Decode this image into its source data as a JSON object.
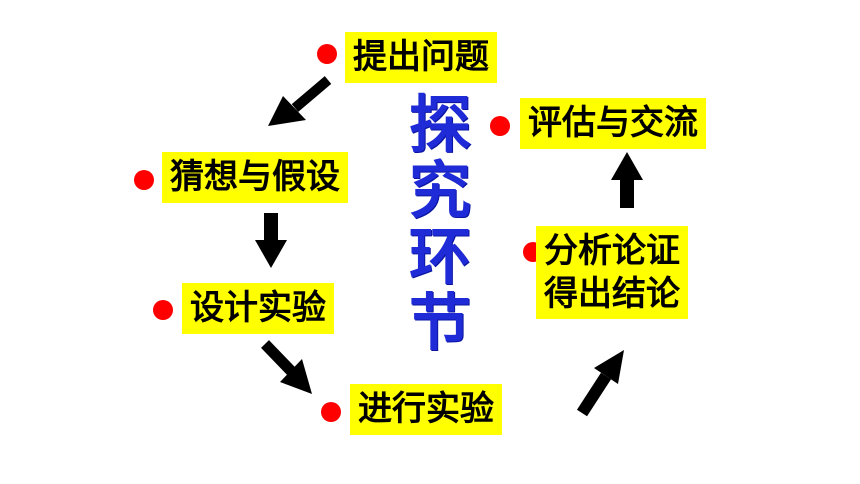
{
  "title_chars": [
    "探",
    "究",
    "环",
    "节"
  ],
  "steps": {
    "s1": "提出问题",
    "s2": "猜想与假设",
    "s3": "设计实验",
    "s4": "进行实验",
    "s5_line1": "分析论证",
    "s5_line2": "得出结论",
    "s6": "评估与交流"
  },
  "colors": {
    "box_fill": "#ffff00",
    "dot": "#ff0000",
    "title": "#1f2bd6",
    "arrow": "#000000"
  }
}
